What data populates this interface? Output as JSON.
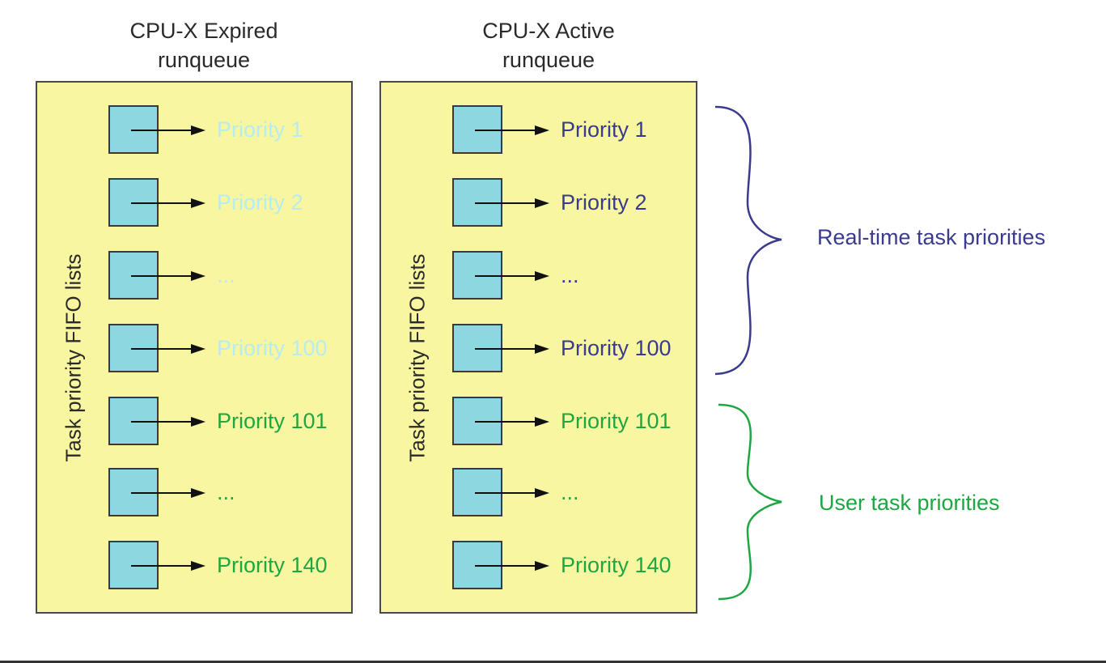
{
  "expired": {
    "title_line1": "CPU-X Expired",
    "title_line2": "runqueue",
    "side_label": "Task priority FIFO lists",
    "rows": [
      {
        "label": "Priority 1",
        "style": "faded"
      },
      {
        "label": "Priority 2",
        "style": "faded"
      },
      {
        "label": "...",
        "style": "faded"
      },
      {
        "label": "Priority 100",
        "style": "faded"
      },
      {
        "label": "Priority 101",
        "style": "green"
      },
      {
        "label": "...",
        "style": "green"
      },
      {
        "label": "Priority 140",
        "style": "green"
      }
    ]
  },
  "active": {
    "title_line1": "CPU-X Active",
    "title_line2": "runqueue",
    "side_label": "Task priority FIFO lists",
    "rows": [
      {
        "label": "Priority 1",
        "style": "blue"
      },
      {
        "label": "Priority 2",
        "style": "blue"
      },
      {
        "label": "...",
        "style": "blue"
      },
      {
        "label": "Priority 100",
        "style": "blue"
      },
      {
        "label": "Priority 101",
        "style": "green"
      },
      {
        "label": "...",
        "style": "green"
      },
      {
        "label": "Priority 140",
        "style": "green"
      }
    ]
  },
  "groups": {
    "realtime_label": "Real-time task priorities",
    "user_label": "User task priorities"
  },
  "colors": {
    "realtime": "#3a3a8e",
    "user": "#1ea641",
    "faded": "#b8ecf0",
    "panel": "#f8f6a0",
    "box": "#8dd8e0"
  }
}
